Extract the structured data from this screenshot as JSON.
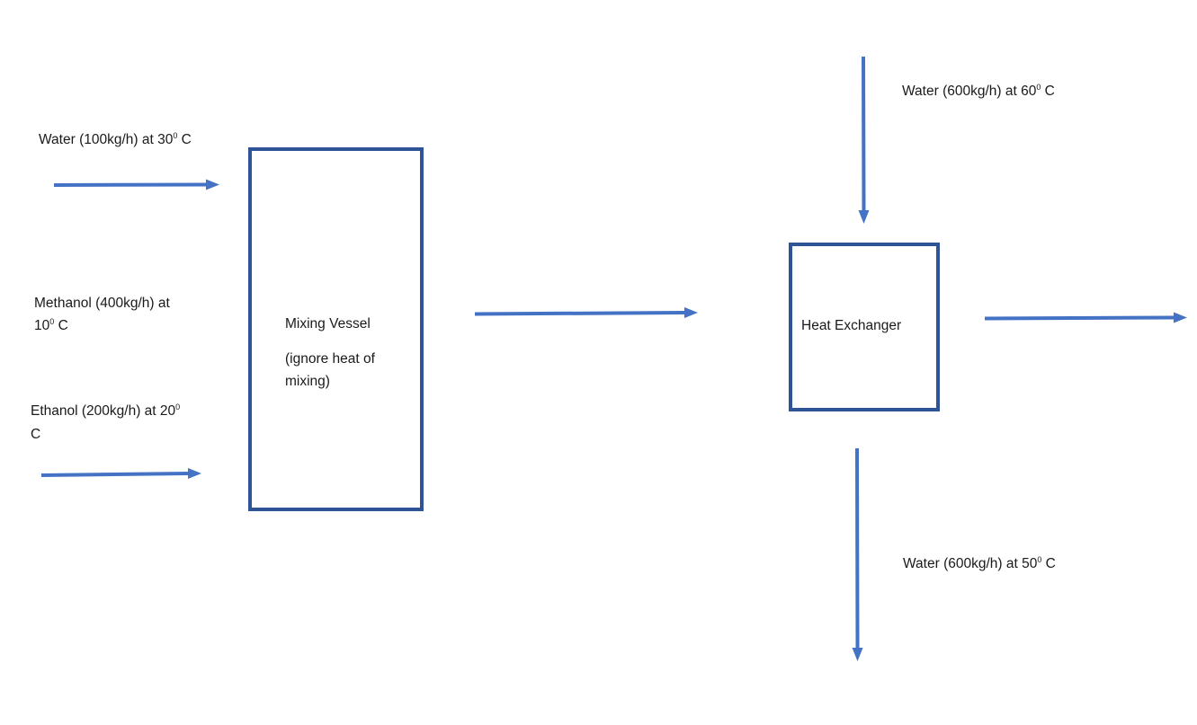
{
  "colors": {
    "arrow": "#4472c4",
    "box_border": "#2f5496",
    "background": "#ffffff",
    "text": "#1a1a1a"
  },
  "inputs": {
    "water": {
      "text": "Water (100kg/h) at 30",
      "sup": "0",
      "unit": " C"
    },
    "methanol": {
      "line1": "Methanol (400kg/h) at",
      "line2": "10",
      "sup": "0",
      "unit": " C"
    },
    "ethanol": {
      "line1": "Ethanol (200kg/h) at 20",
      "sup": "0",
      "line2": "C"
    }
  },
  "mixing_vessel": {
    "title": "Mixing Vessel",
    "note_line1": "(ignore heat of",
    "note_line2": "mixing)"
  },
  "heat_exchanger": {
    "title": "Heat Exchanger"
  },
  "utility": {
    "water_in": {
      "text": "Water (600kg/h) at 60",
      "sup": "0",
      "unit": " C"
    },
    "water_out": {
      "text": "Water (600kg/h) at 50",
      "sup": "0",
      "unit": " C"
    }
  }
}
